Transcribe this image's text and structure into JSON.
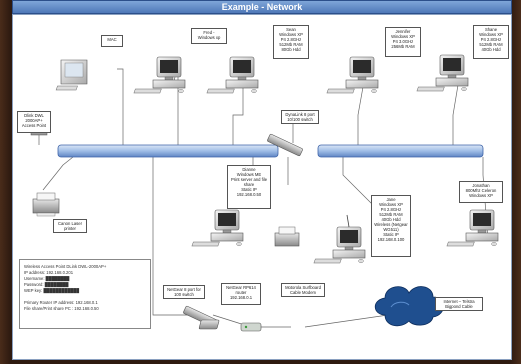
{
  "title": "Example - Network",
  "labels": {
    "mac": "MAC",
    "fred": "Fred -\nWindows xp",
    "sean": "Sean\nWindows XP\nP4 2.8GHz\n512Mb RAM\n80Gb Hdd",
    "jennifer": "Jennifer\nWindows XP\nP4 3.0GHz\n256Mb RAM",
    "shane": "Shane\nWindows XP\nP4 2.8GHz\n512Mb RAM\n40Gb Hdd",
    "access_point": "Dlink DWL\n2000AP+\nAccess Point",
    "switch_top": "DynaLink 8 port\n10/100 switch",
    "dianne": "Dianne\nWindows ME\nPrint server and file\nshare\nStatic IP\n192.168.0.50",
    "jane": "Jane\nWindows XP\nP4 2.8GHz\n512Mb RAM\n40Gb Hdd\nWireless (Netgear\nWG511)\nStatic IP\n192.168.0.100",
    "jonathan": "Jonathan\n800Mhz Celeron\nWindows XP",
    "printer": "Canon Laser\nprinter",
    "switch_bottom": "NetGear 8 port for\n100 switch",
    "router": "NetGear RP614\nrouter\n192.168.0.1",
    "modem": "Motorola Surfboard\nCable Modem",
    "internet": "Internet – Telstra\nBigpond Cable"
  },
  "notes": [
    "Wireless Access Point DLink DWL-2000AP+",
    "IP address: 192.168.0.201",
    "Username: ████████",
    "Password: ████████",
    "WEP key: ████████████",
    "",
    "Primary Router IP address: 192.168.0.1",
    "File share/Print share PC : 192.168.0.50"
  ],
  "colors": {
    "backbone": "#b8cdea",
    "backbone_edge": "#3f64a8",
    "cloud": "#1f4f8f",
    "title_bg": "#5c84c2"
  }
}
